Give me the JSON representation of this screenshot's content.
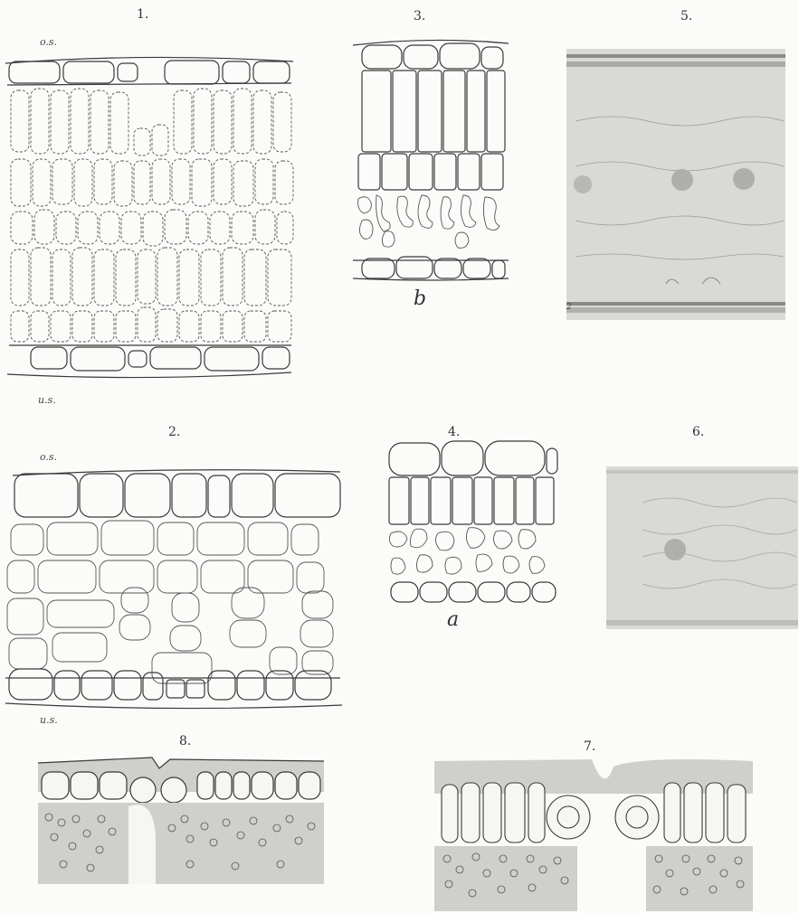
{
  "figures": [
    {
      "number": "1.",
      "top_label": "o.s.",
      "bottom_label": "u.s."
    },
    {
      "number": "2.",
      "top_label": "o.s.",
      "bottom_label": "u.s."
    },
    {
      "number": "3.",
      "letter": "b"
    },
    {
      "number": "4.",
      "letter": "a"
    },
    {
      "number": "5.",
      "corner_mark": "2"
    },
    {
      "number": "6."
    },
    {
      "number": "7."
    },
    {
      "number": "8."
    }
  ],
  "colors": {
    "ink": "#3a3a3a",
    "wash": "#d9d9d6",
    "paper": "#fbfbf9"
  }
}
